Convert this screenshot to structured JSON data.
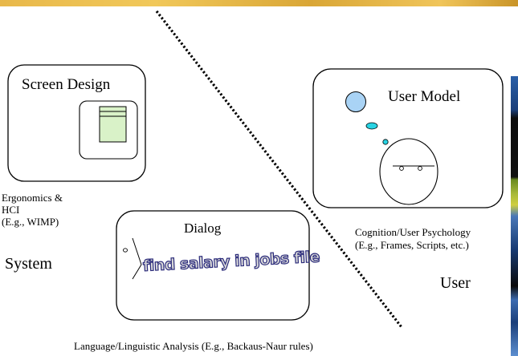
{
  "colors": {
    "banner": "#e8b84a",
    "window_fill": "#d9f2c8",
    "head_fill": "#a9d3f5",
    "thought_fill": "#29d3e3"
  },
  "icons": [
    "screen-window-icon",
    "thought-bubble-icon",
    "face-icon",
    "speech-mark-icon"
  ],
  "screen_design": {
    "title": "Screen Design",
    "caption_lines": [
      "Ergonomics &",
      "HCI",
      "(E.g., WIMP)"
    ],
    "side_label": "System"
  },
  "user_model": {
    "title": "User Model",
    "caption_lines": [
      "Cognition/User Psychology",
      "(E.g., Frames, Scripts, etc.)"
    ],
    "side_label": "User"
  },
  "dialog": {
    "title": "Dialog",
    "utterance": "find salary in jobs file",
    "caption": "Language/Linguistic Analysis (E.g., Backaus-Naur rules)"
  }
}
